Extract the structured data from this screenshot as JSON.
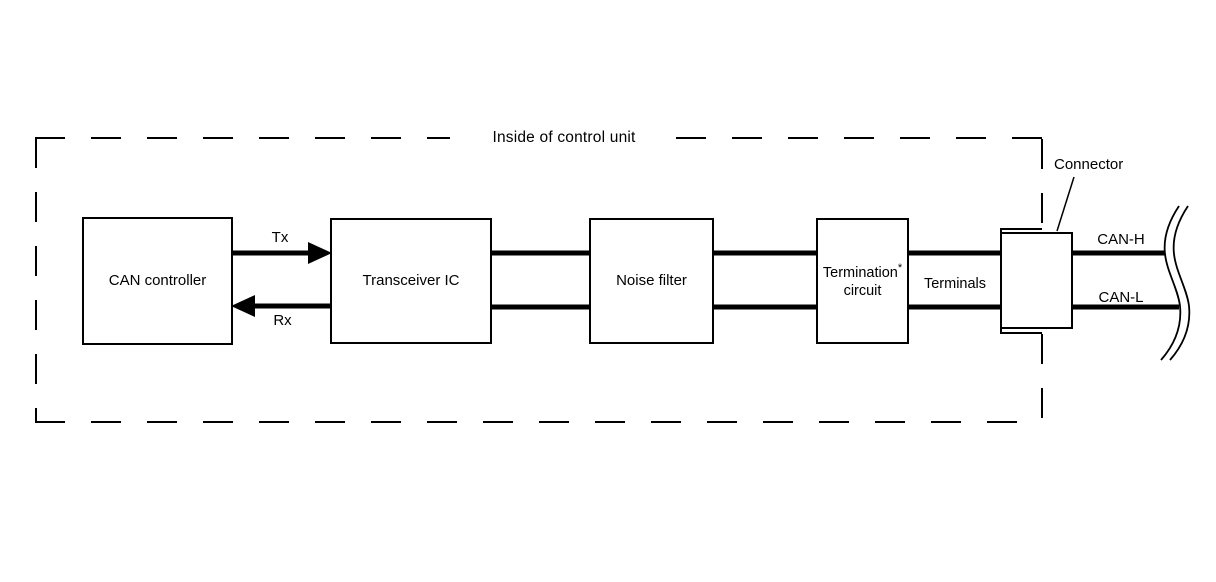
{
  "diagram": {
    "title": "Inside of control unit",
    "blocks": {
      "can_controller": "CAN controller",
      "transceiver_ic": "Transceiver IC",
      "noise_filter": "Noise filter",
      "termination_word": "Termination",
      "termination_note_marker": "*",
      "termination_word2": "circuit"
    },
    "signals": {
      "tx": "Tx",
      "rx": "Rx"
    },
    "labels": {
      "terminals": "Terminals",
      "connector": "Connector",
      "can_high": "CAN-H",
      "can_low": "CAN-L"
    },
    "colors": {
      "ink": "#000000",
      "background": "#ffffff"
    }
  }
}
